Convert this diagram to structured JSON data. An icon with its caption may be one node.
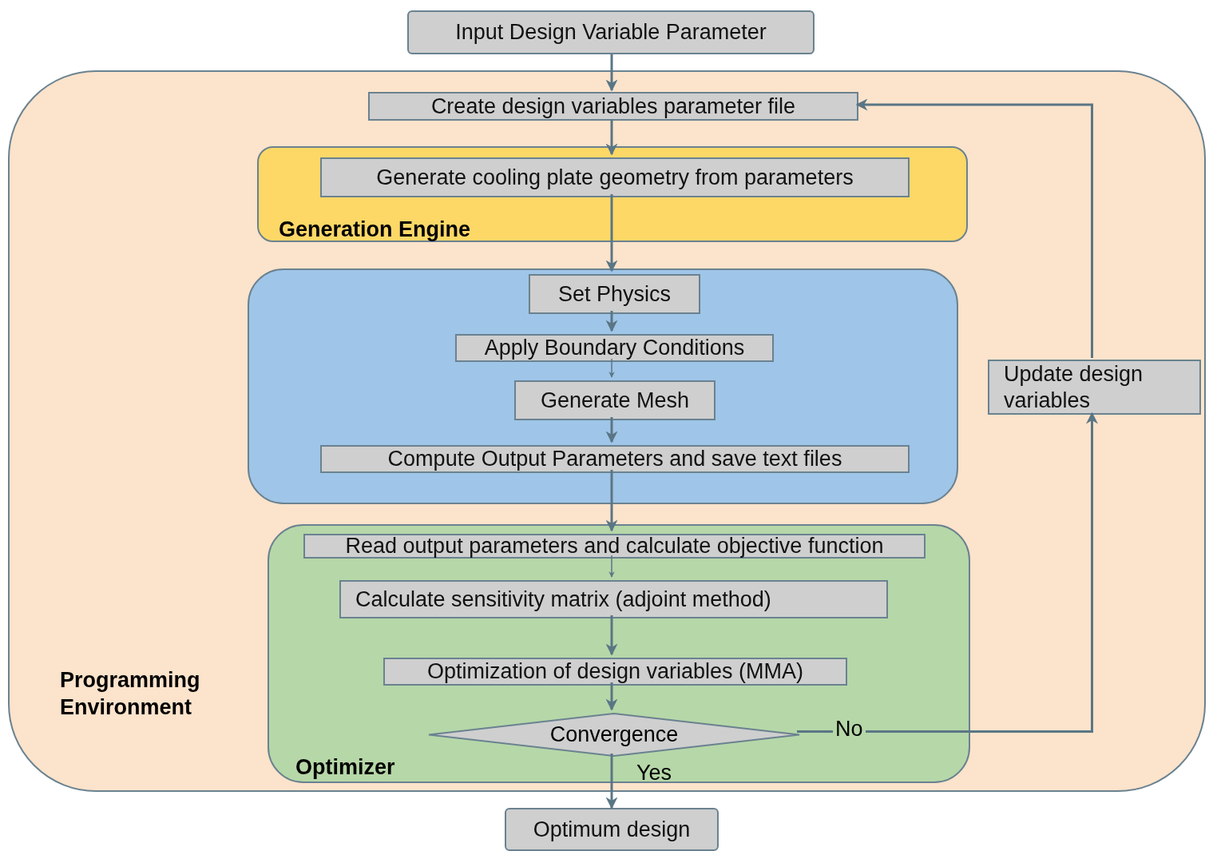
{
  "diagram": {
    "nodes": [
      {
        "text": [
          "Input Design Variable Parameter"
        ]
      },
      {
        "text": [
          "Programming Environment"
        ]
      },
      {
        "text": [
          "Create design variables parameter file"
        ],
        "in": 1
      },
      {
        "text": [
          "Generation Engine"
        ],
        "in": 1
      },
      {
        "text": [
          "Generate cooling plate geometry from parameters"
        ],
        "in": 3
      },
      {
        "text": [],
        "shape": "box",
        "in": 1
      },
      {
        "text": [
          "Set Physics"
        ],
        "in": 5
      },
      {
        "text": [
          "Apply Boundary Conditions"
        ],
        "in": 5
      },
      {
        "text": [
          "Generate Mesh"
        ],
        "in": 5
      },
      {
        "text": [
          "Compute Output Parameters and save text files"
        ],
        "in": 5
      },
      {
        "text": [
          "Optimizer"
        ],
        "in": 1
      },
      {
        "text": [
          "Read output parameters and calculate objective function"
        ],
        "in": 10
      },
      {
        "text": [
          "Calculate sensitivity matrix (adjoint method)"
        ],
        "in": 10
      },
      {
        "text": [
          "Optimization of design variables (MMA)"
        ],
        "in": 10
      },
      {
        "text": [
          "Convergence"
        ],
        "in": 10
      },
      {
        "text": [
          "Update design variables"
        ],
        "in": 1
      },
      {
        "text": [
          "Optimum design"
        ]
      }
    ],
    "edges": [
      {
        "from": 0,
        "to": 2,
        "arrow": "to"
      },
      {
        "from": 2,
        "to": 4,
        "arrow": "to"
      },
      {
        "from": 4,
        "to": 6,
        "arrow": "to"
      },
      {
        "from": 6,
        "to": 7,
        "arrow": "to"
      },
      {
        "from": 7,
        "to": 8,
        "arrow": "to"
      },
      {
        "from": 8,
        "to": 9,
        "arrow": "to"
      },
      {
        "from": 9,
        "to": 11,
        "arrow": "to"
      },
      {
        "from": 11,
        "to": 12,
        "arrow": "to"
      },
      {
        "from": 12,
        "to": 13,
        "arrow": "to"
      },
      {
        "from": 13,
        "to": 14,
        "arrow": "to"
      },
      {
        "from": 14,
        "to": 16,
        "arrow": "to",
        "label": "Yes"
      },
      {
        "from": 14,
        "to": 15,
        "arrow": "to",
        "label": "No"
      },
      {
        "from": 15,
        "to": 2,
        "arrow": "to"
      }
    ]
  }
}
